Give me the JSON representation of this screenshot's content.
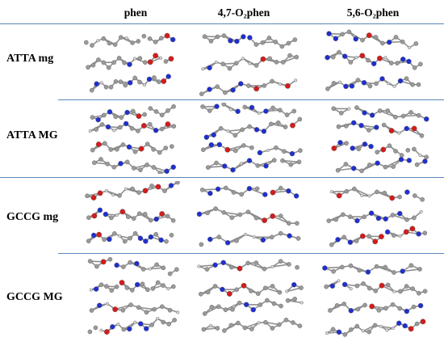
{
  "columns": [
    {
      "label": "phen"
    },
    {
      "label": "4,7-O₂phen"
    },
    {
      "label": "5,6-O₂phen"
    }
  ],
  "rows": [
    {
      "label": "ATTA mg"
    },
    {
      "label": "ATTA MG"
    },
    {
      "label": "GCCG mg"
    },
    {
      "label": "GCCG MG"
    }
  ],
  "atom_colors": {
    "carbon": "#9a9a9a",
    "nitrogen": "#1f2fd0",
    "oxygen": "#d41c1c",
    "hydrogen": "#d8d8d8",
    "separator": "#5b87b8"
  }
}
